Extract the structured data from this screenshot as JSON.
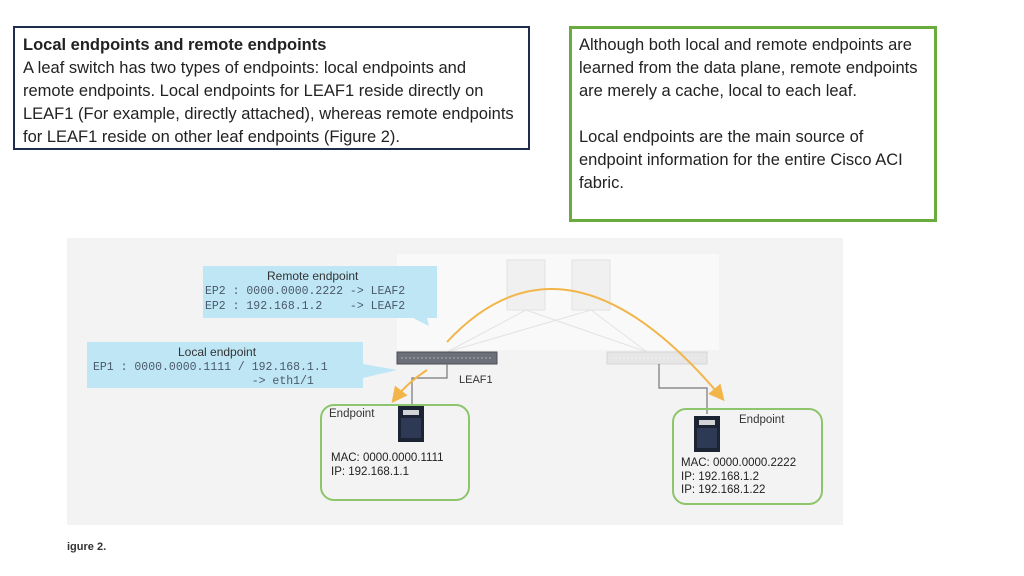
{
  "left_box": {
    "title": "Local endpoints and remote endpoints",
    "body": "A leaf switch has two types of endpoints: local endpoints and remote endpoints. Local endpoints for LEAF1 reside directly on LEAF1 (For example, directly attached), whereas remote endpoints for LEAF1 reside on other leaf endpoints (Figure 2)."
  },
  "right_box": {
    "para1": "Although both local and remote endpoints are learned from the data plane, remote endpoints are merely a cache, local to each leaf.",
    "para2": "Local endpoints are the main source of endpoint information for the entire Cisco ACI fabric."
  },
  "diagram": {
    "remote_callout": {
      "title": "Remote endpoint",
      "line1": "EP2 : 0000.0000.2222 -> LEAF2",
      "line2": "EP2 : 192.168.1.2    -> LEAF2"
    },
    "local_callout": {
      "title": "Local endpoint",
      "line1": "EP1 : 0000.0000.1111 / 192.168.1.1",
      "line2": "                       -> eth1/1"
    },
    "leaf1_label": "LEAF1",
    "endpoint_left": {
      "label": "Endpoint",
      "mac": "MAC: 0000.0000.1111",
      "ip": "IP: 192.168.1.1"
    },
    "endpoint_right": {
      "label": "Endpoint",
      "mac": "MAC: 0000.0000.2222",
      "ip1": "IP: 192.168.1.2",
      "ip2": "IP: 192.168.1.22"
    },
    "colors": {
      "arrow": "#f2b54a",
      "callout": "#bfe6f5",
      "endpoint_border": "#8cc56b"
    }
  },
  "caption": "igure 2."
}
